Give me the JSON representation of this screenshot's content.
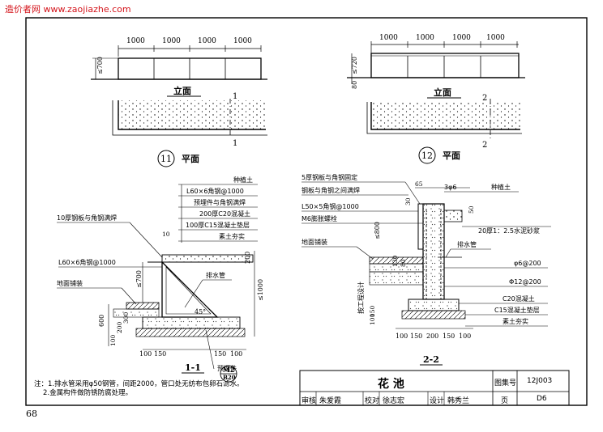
{
  "watermark": "造价者网 www.zaojiazhe.com",
  "page_number": "68",
  "dims": {
    "d1000": "1000",
    "d700": "700",
    "d720": "720",
    "d80": "80",
    "d200": "200",
    "d100": "100",
    "d150": "150",
    "d600": "600",
    "d10": "10",
    "d130": "130",
    "d65": "65",
    "d50": "50",
    "d30": "30",
    "d800": "800",
    "d120": "120",
    "d1000lt": "≤1000",
    "d700lt": "≤700",
    "d800lt": "≤800",
    "d720lt": "≤720",
    "deg45": "45°"
  },
  "view11": {
    "elevation": "立面",
    "plan": "平面",
    "num": "11",
    "cut": "1"
  },
  "view12": {
    "elevation": "立面",
    "plan": "平面",
    "num": "12",
    "cut": "2"
  },
  "sec11": {
    "labels": [
      "种植土",
      "L60×6角钢@1000",
      "预埋件与角钢满焊",
      "200厚C20混凝土",
      "100厚C15混凝土垫层",
      "素土夯实"
    ],
    "weld": "10厚钢板与角钢满焊",
    "angle": "L60×6角钢@1000",
    "paving": "地面铺装",
    "drain": "排水管",
    "embed": "预埋件",
    "title": "1-1",
    "ref_top": "M2",
    "ref_bot": "B20"
  },
  "sec22": {
    "plate": "5厚钢板与角钢固定",
    "weld": "钢板与角钢之间满焊",
    "angle": "L50×5角钢@1000",
    "bolt": "M6膨胀螺栓",
    "paving": "地面铺装",
    "rebar": "3φ6",
    "soil": "种植土",
    "mortar": "20厚1：2.5水泥砂浆",
    "drain": "排水管",
    "stir": "φ6@200",
    "bar": "Φ12@200",
    "c20": "C20混凝土",
    "c15": "C15混凝土垫层",
    "earth": "素土夯实",
    "design": "按工程设计",
    "title": "2-2"
  },
  "notes": [
    "注：1.排水管采用φ50钢管，间距2000，管口处无纺布包卵石滤水。",
    "2.金属构件做防锈防腐处理。"
  ],
  "titleblock": {
    "title": "花 池",
    "atlas_label": "图集号",
    "atlas_no": "12J003",
    "review": "审核",
    "reviewer": "朱爱霞",
    "check": "校对",
    "checker": "徐志宏",
    "design": "设计",
    "designer": "韩秀兰",
    "page_label": "页",
    "page_no": "D6"
  }
}
